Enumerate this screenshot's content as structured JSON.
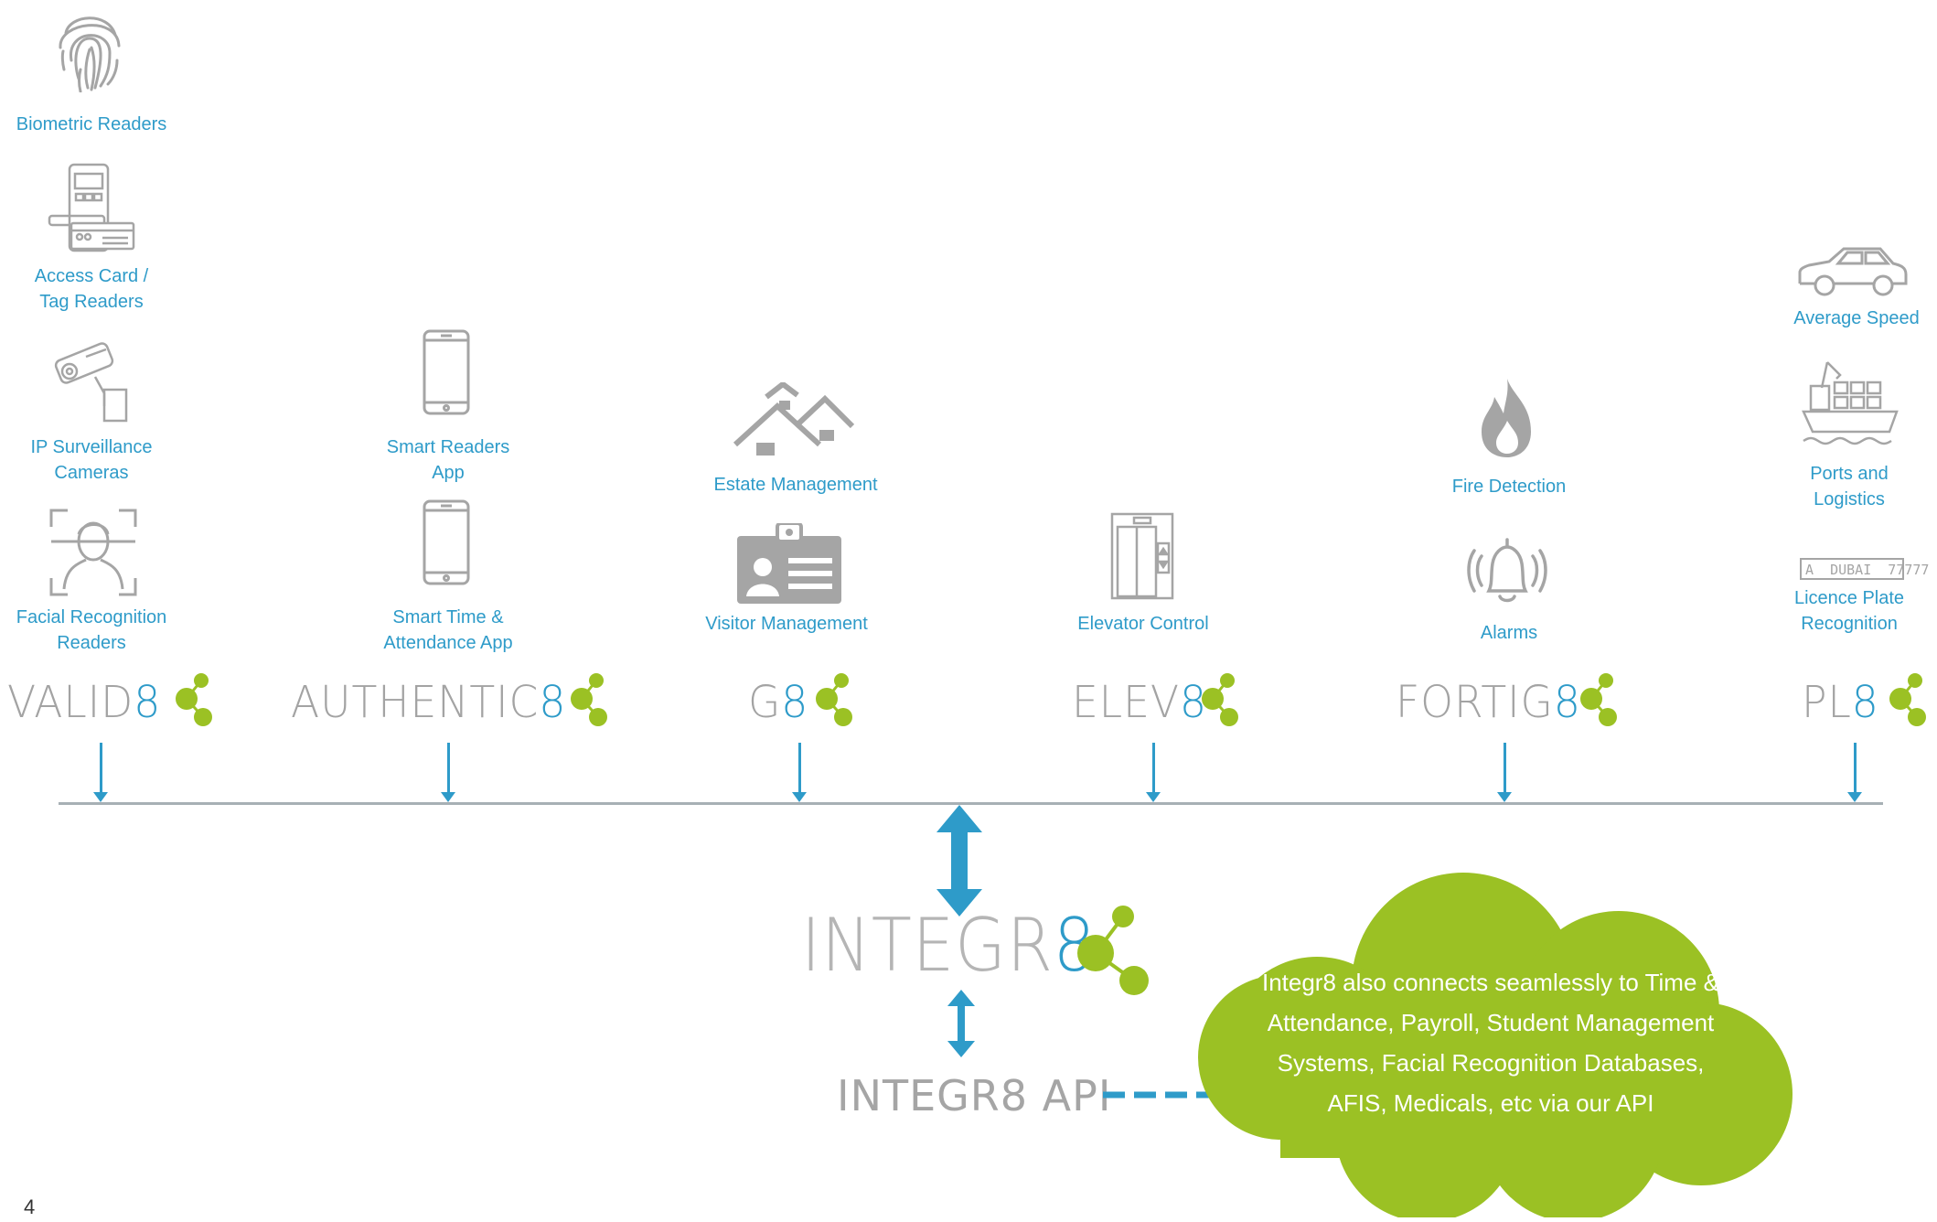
{
  "inputs": {
    "biometric": "Biometric Readers",
    "access_card": "Access Card /\nTag Readers",
    "ip_cameras": "IP Surveillance\nCameras",
    "facial_readers": "Facial Recognition\nReaders",
    "smart_readers_app": "Smart Readers\nApp",
    "smart_time_app": "Smart Time &\nAttendance App",
    "estate": "Estate Management",
    "visitor": "Visitor Management",
    "elevator": "Elevator Control",
    "fire": "Fire Detection",
    "alarms": "Alarms",
    "average_speed": "Average Speed",
    "ports": "Ports and\nLogistics",
    "licence_plate": "Licence Plate\nRecognition",
    "plate_text": "A  DUBAI  77777"
  },
  "modules": {
    "valid8": {
      "prefix": "VALID",
      "suffix": "8"
    },
    "authentic8": {
      "prefix": "AUTHENTIC",
      "suffix": "8"
    },
    "g8": {
      "prefix": "G",
      "suffix": "8"
    },
    "elev8": {
      "prefix": "ELEV",
      "suffix": "8"
    },
    "fortig8": {
      "prefix": "FORTIG",
      "suffix": "8"
    },
    "pl8": {
      "prefix": "PL",
      "suffix": "8"
    }
  },
  "hub": {
    "prefix": "INTEGR",
    "suffix": "8"
  },
  "api_label": "INTEGR8 API",
  "cloud_text": "Integr8 also connects seamlessly to Time & Attendance, Payroll, Student Management Systems, Facial Recognition Databases, AFIS, Medicals, etc via our API",
  "page_number": "4",
  "colors": {
    "accent_blue": "#2e9bc9",
    "brand_green": "#9bc124",
    "icon_gray": "#a5a5a5"
  }
}
